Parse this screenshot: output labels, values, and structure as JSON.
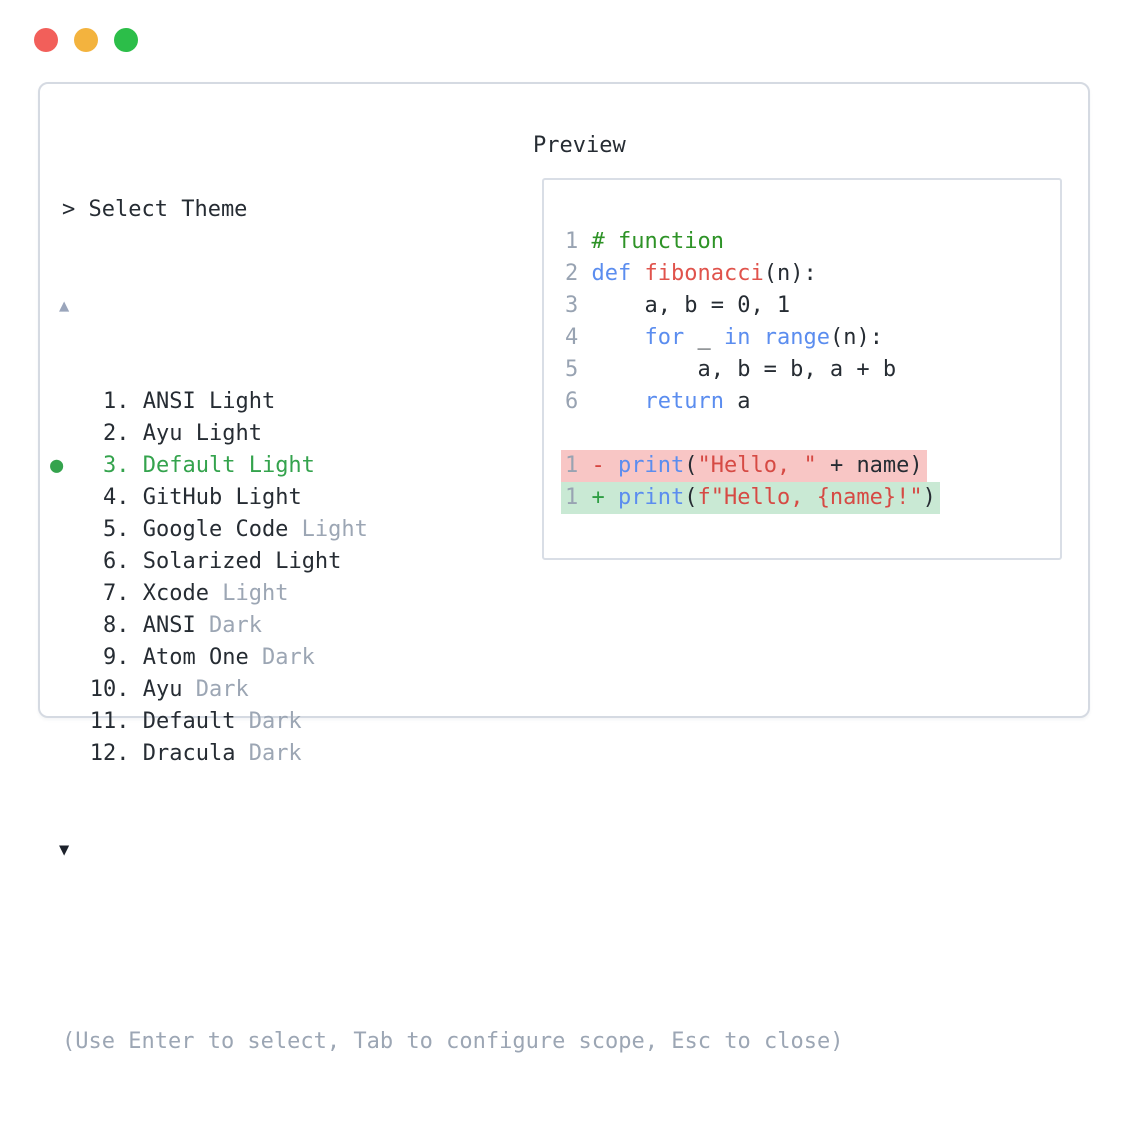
{
  "window": {
    "controls": [
      {
        "name": "close",
        "color": "#f25f5a"
      },
      {
        "name": "minimize",
        "color": "#f3b33e"
      },
      {
        "name": "zoom",
        "color": "#2cbe49"
      }
    ]
  },
  "theme_selector": {
    "title": "> Select Theme",
    "scroll_up_indicator": "▲",
    "scroll_down_indicator": "▼",
    "selected_indicator": "●",
    "hint": "(Use Enter to select, Tab to configure scope, Esc to close)",
    "items": [
      {
        "number": 1,
        "name": "ANSI",
        "variant": "Light",
        "variant_muted": false,
        "selected": false
      },
      {
        "number": 2,
        "name": "Ayu",
        "variant": "Light",
        "variant_muted": false,
        "selected": false
      },
      {
        "number": 3,
        "name": "Default",
        "variant": "Light",
        "variant_muted": false,
        "selected": true
      },
      {
        "number": 4,
        "name": "GitHub",
        "variant": "Light",
        "variant_muted": false,
        "selected": false
      },
      {
        "number": 5,
        "name": "Google Code",
        "variant": "Light",
        "variant_muted": true,
        "selected": false
      },
      {
        "number": 6,
        "name": "Solarized",
        "variant": "Light",
        "variant_muted": false,
        "selected": false
      },
      {
        "number": 7,
        "name": "Xcode",
        "variant": "Light",
        "variant_muted": true,
        "selected": false
      },
      {
        "number": 8,
        "name": "ANSI",
        "variant": "Dark",
        "variant_muted": true,
        "selected": false
      },
      {
        "number": 9,
        "name": "Atom One",
        "variant": "Dark",
        "variant_muted": true,
        "selected": false
      },
      {
        "number": 10,
        "name": "Ayu",
        "variant": "Dark",
        "variant_muted": true,
        "selected": false
      },
      {
        "number": 11,
        "name": "Default",
        "variant": "Dark",
        "variant_muted": true,
        "selected": false
      },
      {
        "number": 12,
        "name": "Dracula",
        "variant": "Dark",
        "variant_muted": true,
        "selected": false
      }
    ]
  },
  "preview": {
    "title": "Preview",
    "code_lines": [
      {
        "num": "1",
        "tokens": [
          {
            "t": "# function",
            "c": "com"
          }
        ]
      },
      {
        "num": "2",
        "tokens": [
          {
            "t": "def ",
            "c": "kw"
          },
          {
            "t": "fibonacci",
            "c": "fn"
          },
          {
            "t": "(n):",
            "c": "pl"
          }
        ]
      },
      {
        "num": "3",
        "tokens": [
          {
            "t": "    a, b = 0, 1",
            "c": "pl"
          }
        ]
      },
      {
        "num": "4",
        "tokens": [
          {
            "t": "    ",
            "c": "pl"
          },
          {
            "t": "for",
            "c": "kw"
          },
          {
            "t": " _ ",
            "c": "pl"
          },
          {
            "t": "in",
            "c": "kw"
          },
          {
            "t": " ",
            "c": "pl"
          },
          {
            "t": "range",
            "c": "kw"
          },
          {
            "t": "(n):",
            "c": "pl"
          }
        ]
      },
      {
        "num": "5",
        "tokens": [
          {
            "t": "        a, b = b, a + b",
            "c": "pl"
          }
        ]
      },
      {
        "num": "6",
        "tokens": [
          {
            "t": "    ",
            "c": "pl"
          },
          {
            "t": "return",
            "c": "kw"
          },
          {
            "t": " a",
            "c": "pl"
          }
        ]
      }
    ],
    "diff_lines": [
      {
        "num": "1",
        "sign": "-",
        "kind": "del",
        "tokens": [
          {
            "t": "print",
            "c": "kw"
          },
          {
            "t": "(",
            "c": "pl"
          },
          {
            "t": "\"Hello, \"",
            "c": "str"
          },
          {
            "t": " + name)",
            "c": "pl"
          }
        ]
      },
      {
        "num": "1",
        "sign": "+",
        "kind": "add",
        "tokens": [
          {
            "t": "print",
            "c": "kw"
          },
          {
            "t": "(",
            "c": "pl"
          },
          {
            "t": "f\"Hello, {name}!\"",
            "c": "str"
          },
          {
            "t": ")",
            "c": "pl"
          }
        ]
      }
    ]
  },
  "colors": {
    "accent_green": "#34a34d",
    "text": "#262c33",
    "muted": "#9ca6b4",
    "keyword_blue": "#5b8def",
    "function_red": "#e0534c",
    "string_red": "#d64a44",
    "comment_green": "#2e9327",
    "line_number_gray": "#98a3b2",
    "border_gray": "#d5dae2",
    "diff_delete_bg": "#f8c6c5",
    "diff_add_bg": "#c9e9d4",
    "diff_delete_sign": "#d6443e",
    "diff_add_sign": "#2f9e44",
    "scroll_up_gray": "#9aa5bb",
    "scroll_down_dark": "#1c212b",
    "traffic_red": "#f25f5a",
    "traffic_yellow": "#f3b33e",
    "traffic_green": "#2cbe49"
  }
}
